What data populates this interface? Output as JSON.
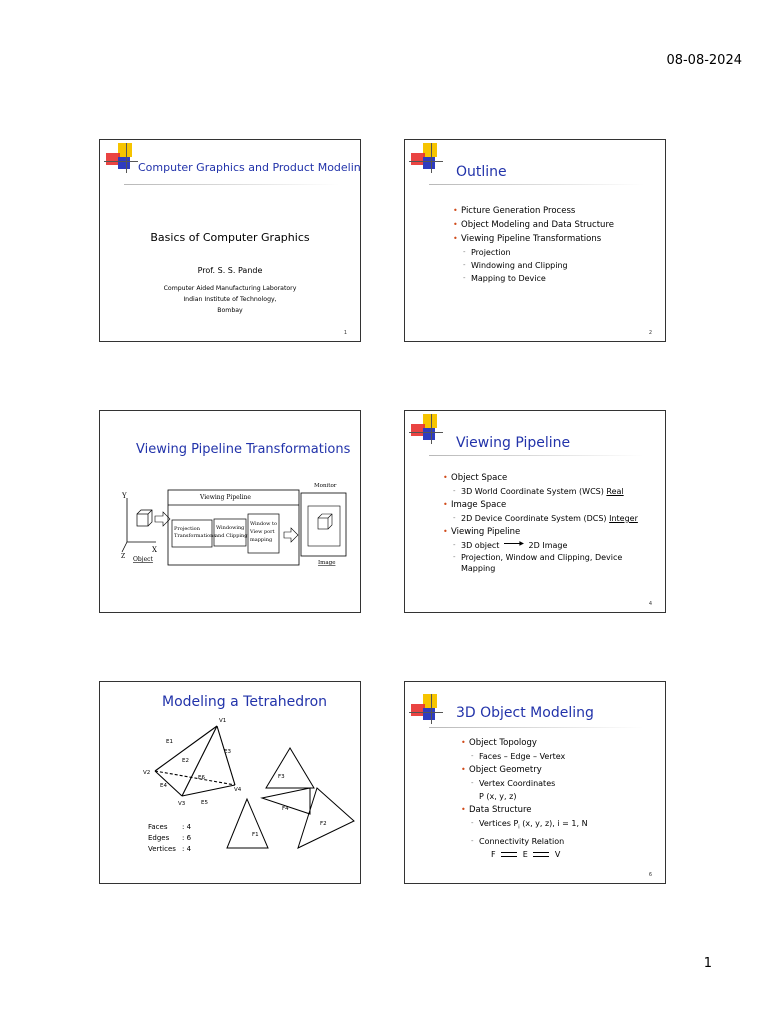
{
  "header": {
    "date": "08-08-2024"
  },
  "footer": {
    "page_number": "1"
  },
  "slides": [
    {
      "number": "1",
      "title": "Computer Graphics and Product Modeling",
      "heading": "Basics of Computer Graphics",
      "author": "Prof. S. S. Pande",
      "affiliation": [
        "Computer Aided Manufacturing Laboratory",
        "Indian Institute of Technology,",
        "Bombay"
      ]
    },
    {
      "number": "2",
      "title": "Outline",
      "items": [
        "Picture Generation Process",
        "Object Modeling and Data Structure",
        "Viewing Pipeline Transformations"
      ],
      "subitems": [
        "Projection",
        "Windowing and Clipping",
        "Mapping to Device"
      ]
    },
    {
      "number": "",
      "title": "Viewing Pipeline Transformations",
      "diagram": {
        "axis_y": "Y",
        "axis_x": "X",
        "axis_z": "Z",
        "object_label": "Object",
        "pipeline_label": "Viewing Pipeline",
        "box1": [
          "Projection",
          "Transformations"
        ],
        "box2": [
          "Windowing",
          "and Clipping"
        ],
        "box3": [
          "Window to",
          "View port",
          "mapping"
        ],
        "monitor_label": "Monitor",
        "image_label": "Image"
      }
    },
    {
      "number": "4",
      "title": "Viewing Pipeline",
      "object_space": "Object Space",
      "wcs_text": "3D World Coordinate System (WCS)",
      "wcs_type": "Real",
      "image_space": "Image Space",
      "dcs_text": "2D Device Coordinate System (DCS)",
      "dcs_type": "Integer",
      "viewing_pipeline": "Viewing Pipeline",
      "obj_3d": "3D object",
      "img_2d": "2D Image",
      "steps": [
        "Projection, Window and Clipping, Device",
        "Mapping"
      ]
    },
    {
      "number": "",
      "title": "Modeling a Tetrahedron",
      "vertices_labels": [
        "V1",
        "V2",
        "V3",
        "V4"
      ],
      "edge_labels": [
        "E1",
        "E2",
        "E3",
        "E4",
        "E5",
        "E6"
      ],
      "face_labels": [
        "F1",
        "F2",
        "F3",
        "F4"
      ],
      "stats": [
        {
          "name": "Faces",
          "value": ": 4"
        },
        {
          "name": "Edges",
          "value": ": 6"
        },
        {
          "name": "Vertices",
          "value": ": 4"
        }
      ]
    },
    {
      "number": "6",
      "title": "3D Object Modeling",
      "topology": "Object Topology",
      "topology_sub": "Faces – Edge – Vertex",
      "geometry": "Object Geometry",
      "geometry_sub": "Vertex Coordinates",
      "geometry_point": "P (x, y, z)",
      "structure": "Data Structure",
      "vertices_rel_pre": "Vertices P",
      "vertices_rel_sub": "i",
      "vertices_rel_post": " (x, y, z), i = 1, N",
      "connectivity": "Connectivity Relation",
      "rel_f": "F",
      "rel_e": "E",
      "rel_v": "V"
    }
  ]
}
